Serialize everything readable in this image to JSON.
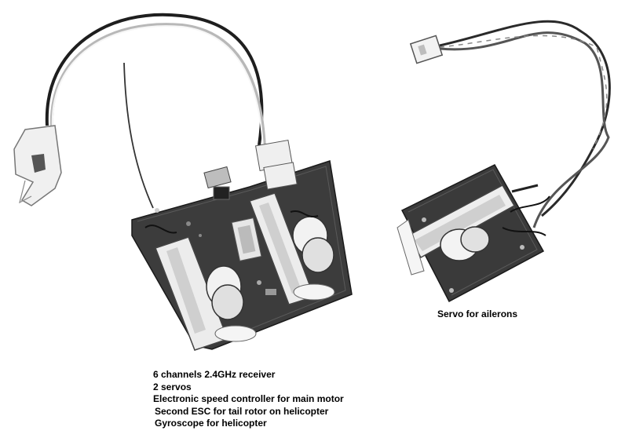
{
  "captions": {
    "servo": "Servo for ailerons",
    "receiver_lines": [
      "6 channels 2.4GHz receiver",
      "2 servos",
      "Electronic speed controller for main motor",
      "Second ESC for tail rotor on helicopter",
      "Gyroscope for helicopter"
    ]
  },
  "colors": {
    "background": "#ffffff",
    "board": "#3a3a3a",
    "servo_body": "#e9e9e9",
    "wire_dark": "#222222",
    "wire_light": "#f4f4f4"
  }
}
